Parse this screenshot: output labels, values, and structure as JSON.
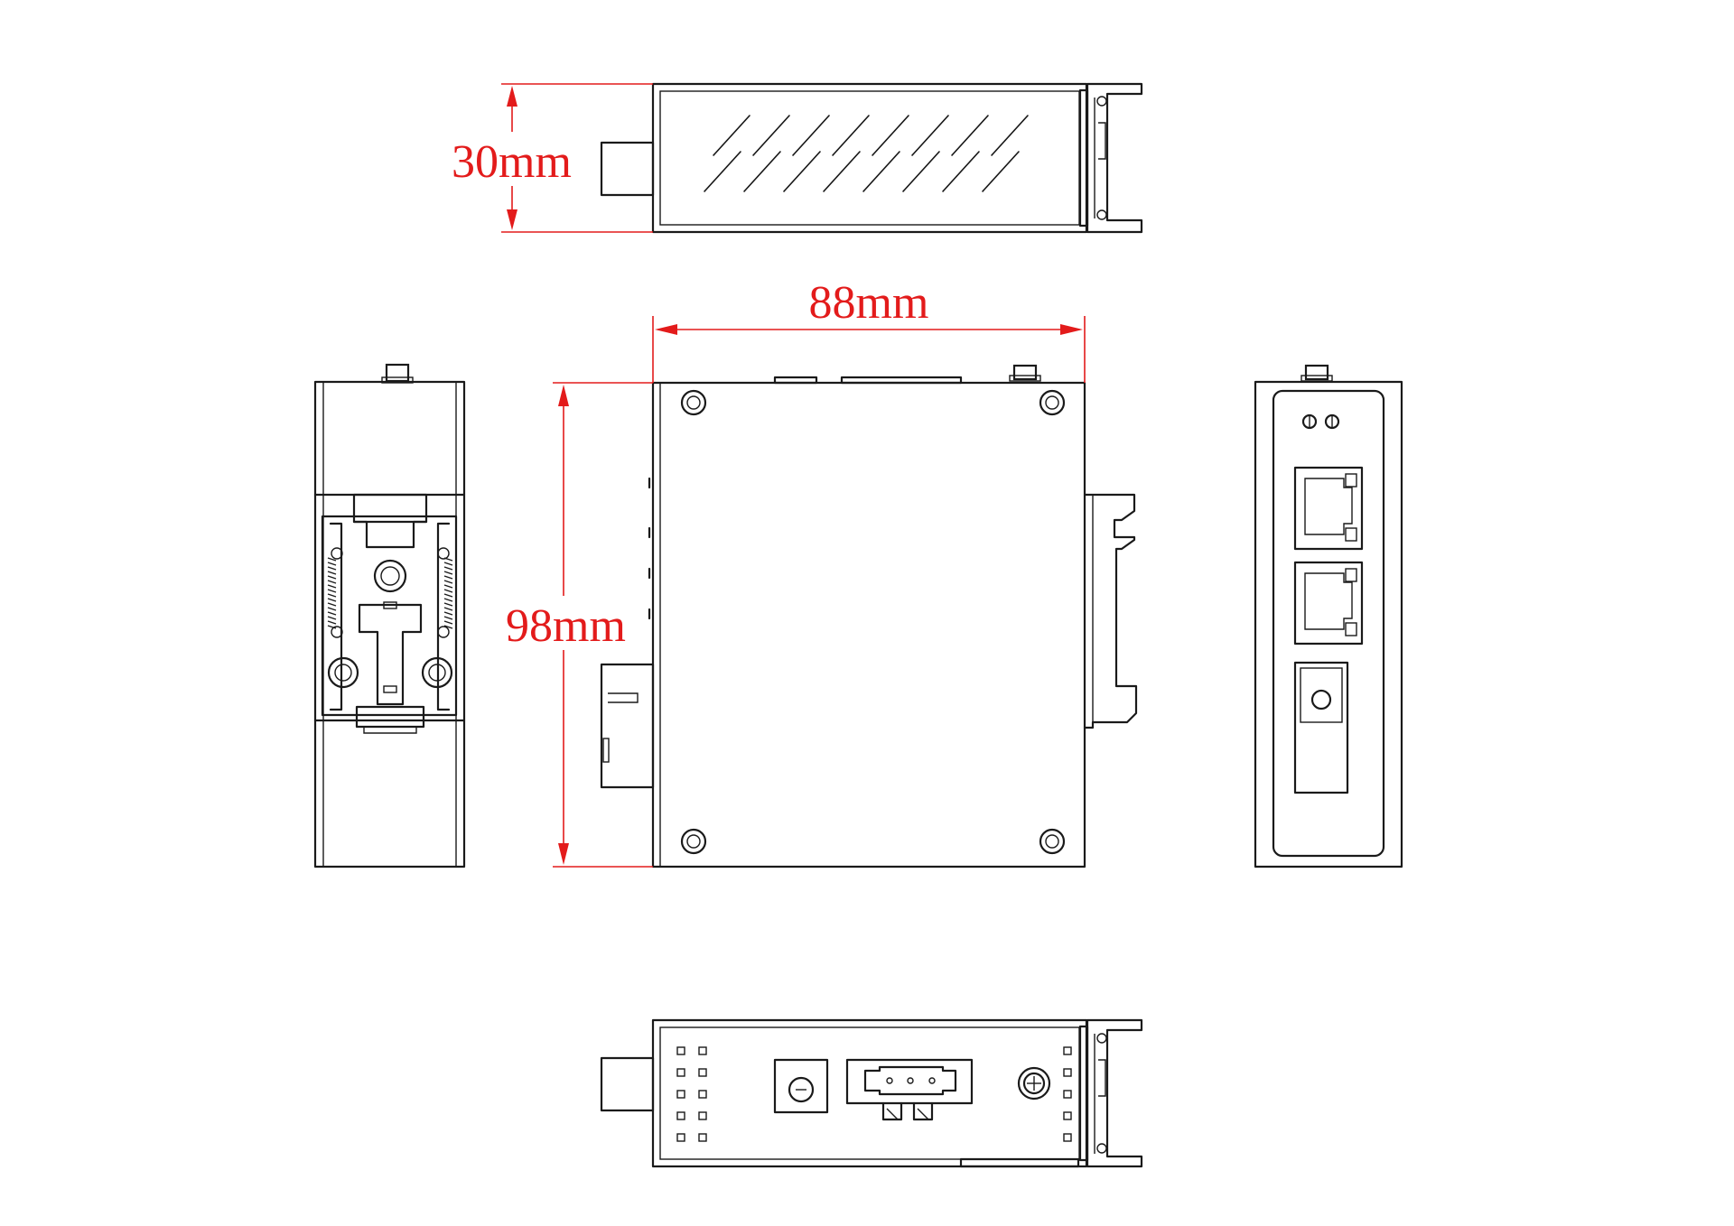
{
  "dimensions": {
    "height": "30mm",
    "width": "88mm",
    "depth": "98mm"
  },
  "colors": {
    "dimension": "#e31b1b",
    "line": "#1a1a1a",
    "background": "#ffffff"
  },
  "views": [
    "top-view",
    "side-view-left",
    "front-view",
    "side-view-right",
    "bottom-view"
  ]
}
